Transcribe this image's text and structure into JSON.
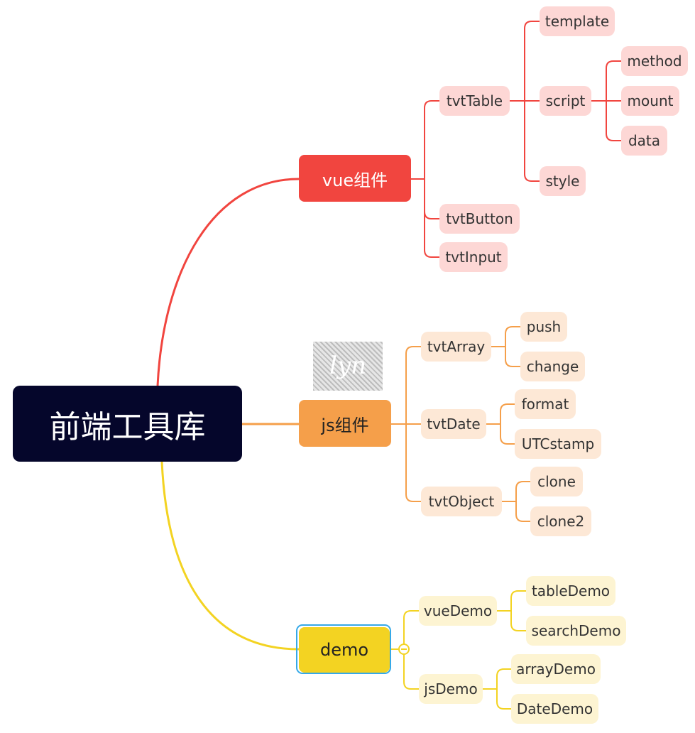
{
  "root": {
    "label": "前端工具库"
  },
  "branches": {
    "vue": {
      "label": "vue组件",
      "color": "#f1453f",
      "tvtTable": {
        "label": "tvtTable",
        "template": "template",
        "script": {
          "label": "script",
          "children": [
            "method",
            "mount",
            "data"
          ]
        },
        "style": "style"
      },
      "tvtButton": "tvtButton",
      "tvtInput": "tvtInput"
    },
    "js": {
      "label": "js组件",
      "color": "#f59f4a",
      "tvtArray": {
        "label": "tvtArray",
        "children": [
          "push",
          "change"
        ]
      },
      "tvtDate": {
        "label": "tvtDate",
        "children": [
          "format",
          "UTCstamp"
        ]
      },
      "tvtObject": {
        "label": "tvtObject",
        "children": [
          "clone",
          "clone2"
        ]
      }
    },
    "demo": {
      "label": "demo",
      "color": "#f3d322",
      "vueDemo": {
        "label": "vueDemo",
        "children": [
          "tableDemo",
          "searchDemo"
        ]
      },
      "jsDemo": {
        "label": "jsDemo",
        "children": [
          "arrayDemo",
          "DateDemo"
        ]
      }
    }
  },
  "watermark": {
    "text": "lyn"
  },
  "selection_color": "#36a9e8"
}
